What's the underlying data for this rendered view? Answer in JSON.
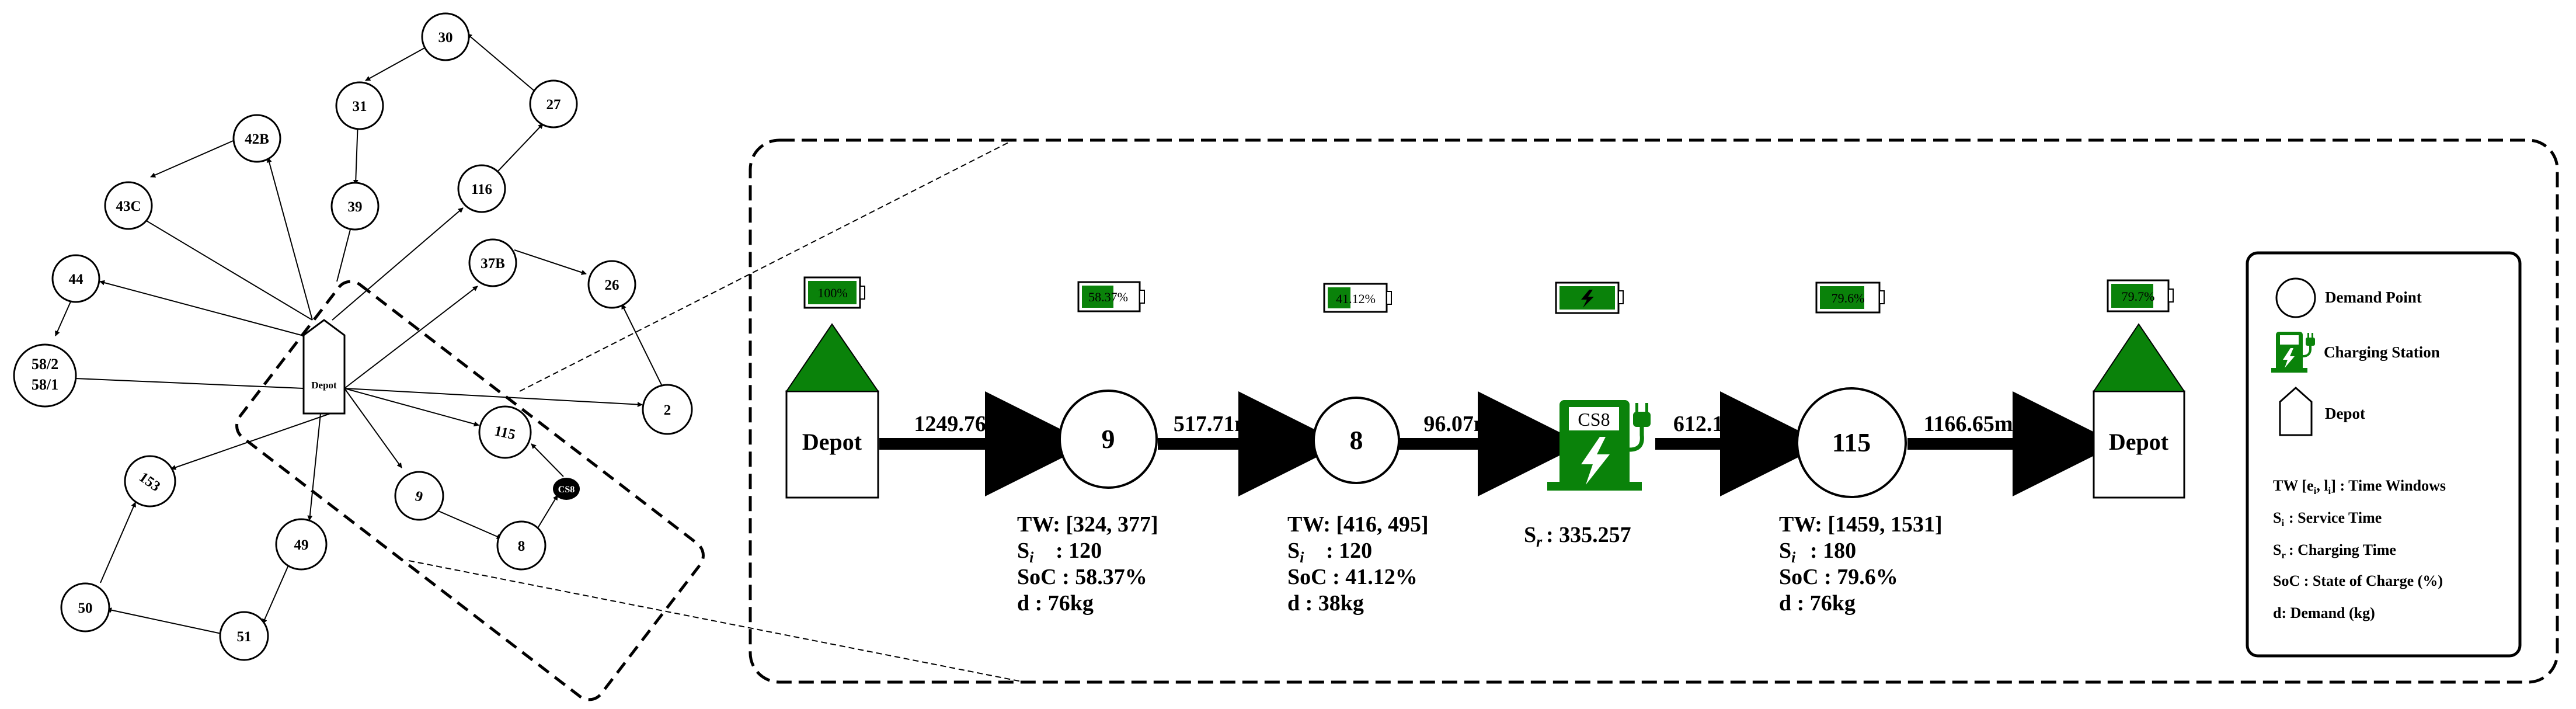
{
  "network": {
    "nodes": [
      {
        "id": "30",
        "label": "30"
      },
      {
        "id": "27",
        "label": "27"
      },
      {
        "id": "31",
        "label": "31"
      },
      {
        "id": "42B",
        "label": "42B"
      },
      {
        "id": "39",
        "label": "39"
      },
      {
        "id": "116",
        "label": "116"
      },
      {
        "id": "43C",
        "label": "43C"
      },
      {
        "id": "44",
        "label": "44"
      },
      {
        "id": "26",
        "label": "26"
      },
      {
        "id": "37B",
        "label": "37B"
      },
      {
        "id": "58",
        "label_line1": "58/2",
        "label_line2": "58/1"
      },
      {
        "id": "2",
        "label": "2"
      },
      {
        "id": "115",
        "label": "115"
      },
      {
        "id": "153",
        "label": "153"
      },
      {
        "id": "9",
        "label": "9"
      },
      {
        "id": "49",
        "label": "49"
      },
      {
        "id": "8",
        "label": "8"
      },
      {
        "id": "50",
        "label": "50"
      },
      {
        "id": "51",
        "label": "51"
      }
    ],
    "depot_label": "Depot",
    "charging_station_label": "CS8"
  },
  "route": {
    "start_depot": {
      "label": "Depot",
      "battery": "100%"
    },
    "end_depot": {
      "label": "Depot",
      "battery": "79.7%"
    },
    "segments": [
      "1249.76m",
      "517.71m",
      "96.07m",
      "612.13m",
      "1166.65m"
    ],
    "stops": [
      {
        "label": "9",
        "battery": "58.37%",
        "tw": "TW: [324, 377]",
        "service": ": 120",
        "soc": "SoC : 58.37%",
        "demand": "d : 76kg"
      },
      {
        "label": "8",
        "battery": "41.12%",
        "tw": "TW: [416, 495]",
        "service": ": 120",
        "soc": "SoC : 41.12%",
        "demand": "d : 38kg"
      },
      {
        "label": "115",
        "battery": "79.6%",
        "tw": "TW: [1459, 1531]",
        "service": ": 180",
        "soc": "SoC : 79.6%",
        "demand": "d : 76kg"
      }
    ],
    "charging": {
      "label": "CS8",
      "charge_time": ": 335.257"
    }
  },
  "legend": {
    "demand_point": "Demand Point",
    "charging_station": "Charging Station",
    "depot": "Depot",
    "time_windows": "TW [e",
    "time_windows_rest": "] : Time Windows",
    "service_time": ": Service Time",
    "charging_time": ": Charging Time",
    "soc": "SoC : State of Charge (%)",
    "demand": "d: Demand (kg)"
  },
  "colors": {
    "green": "#0a820a",
    "line": "#000000"
  }
}
